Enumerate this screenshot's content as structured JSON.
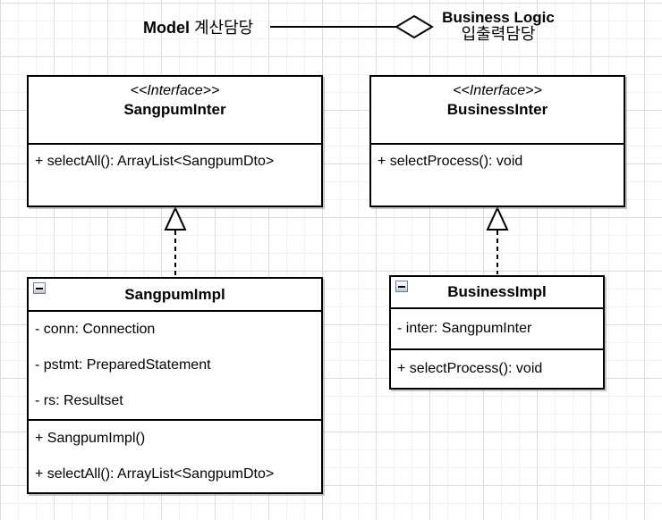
{
  "header_labels": {
    "model_bold": "Model",
    "model_rest": " 계산담당",
    "business_line1": "Business Logic",
    "business_line2": "입출력담당"
  },
  "classes": {
    "sangpum_inter": {
      "stereotype": "<<Interface>>",
      "name": "SangpumInter",
      "methods": [
        "+ selectAll(): ArrayList<SangpumDto>"
      ]
    },
    "business_inter": {
      "stereotype": "<<Interface>>",
      "name": "BusinessInter",
      "methods": [
        "+ selectProcess(): void"
      ]
    },
    "sangpum_impl": {
      "name": "SangpumImpl",
      "fields": [
        "- conn: Connection",
        "- pstmt: PreparedStatement",
        "- rs: Resultset"
      ],
      "methods": [
        "+ SangpumImpl()",
        "+ selectAll(): ArrayList<SangpumDto>"
      ]
    },
    "business_impl": {
      "name": "BusinessImpl",
      "fields": [
        "- inter: SangpumInter"
      ],
      "methods": [
        "+ selectProcess(): void"
      ]
    }
  },
  "icons": {
    "collapse": "minus-icon"
  },
  "colors": {
    "line": "#000000",
    "box_background": "#ffffff",
    "grid_minor": "#f3f3f3",
    "grid_major": "#dcdcdc",
    "text": "#000000"
  }
}
